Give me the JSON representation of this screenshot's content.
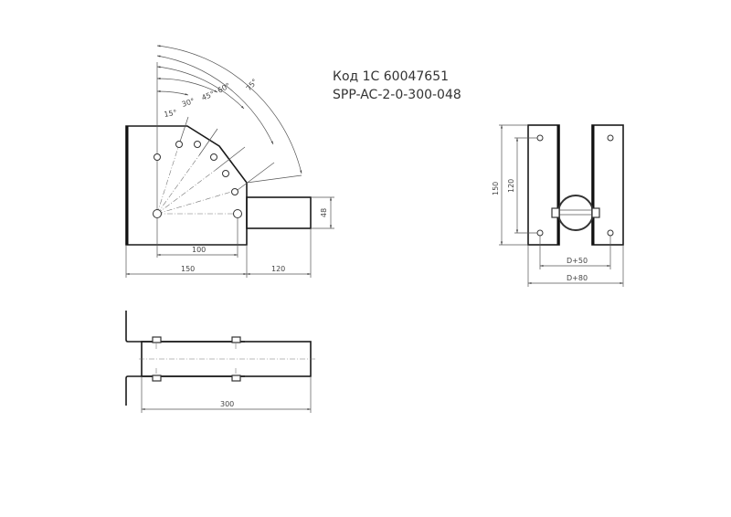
{
  "title_block": {
    "code_line": "Код 1С 60047651",
    "article": "SPP-AC-2-0-300-048"
  },
  "front_view": {
    "angles": [
      "15°",
      "30°",
      "45°",
      "60°",
      "75°"
    ],
    "dims": {
      "hole_spacing": "100",
      "plate_width": "150",
      "tube_length": "120",
      "tube_diameter": "48"
    }
  },
  "side_view": {
    "dims": {
      "height": "150",
      "hole_spacing": "120",
      "inner": "D+50",
      "outer": "D+80"
    }
  },
  "top_view": {
    "dims": {
      "total_length": "300"
    }
  },
  "colors": {
    "line": "#1a1a1a",
    "dim": "#555555",
    "background": "#ffffff"
  }
}
